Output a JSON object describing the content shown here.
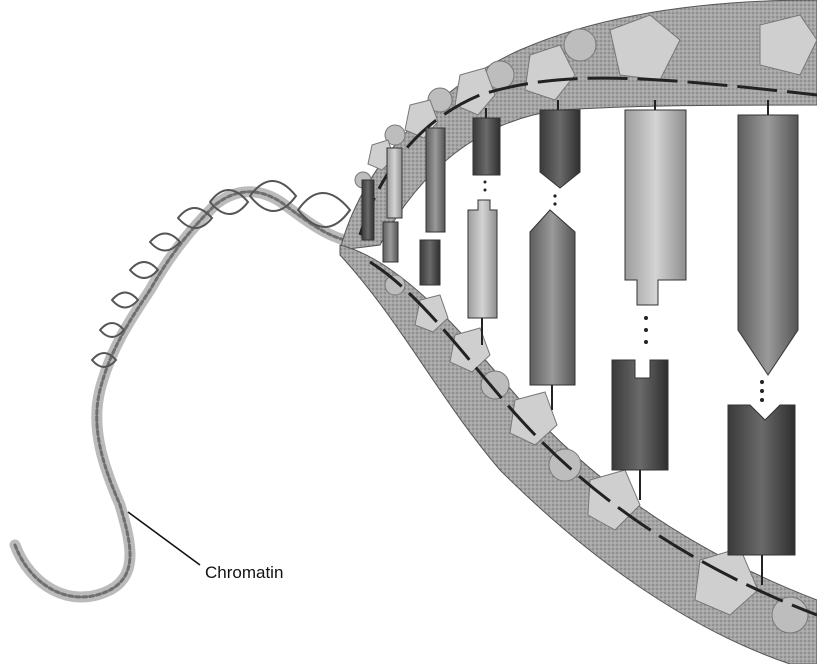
{
  "figure": {
    "labels": {
      "chromatin": "Chromatin"
    },
    "colors": {
      "backbone": "#8a8a8a",
      "backbone_edge": "#555555",
      "sugar": "#cfcfcf",
      "phosphate": "#bdbdbd",
      "base_dark": "#4a4a4a",
      "base_mid": "#7a7a7a",
      "base_light": "#b5b5b5",
      "bond": "#333333",
      "chromatin": "#9a9a9a"
    },
    "icons": [
      "pentagon-sugar",
      "circle-phosphate",
      "base-pair-block",
      "hydrogen-bond-dots"
    ]
  }
}
